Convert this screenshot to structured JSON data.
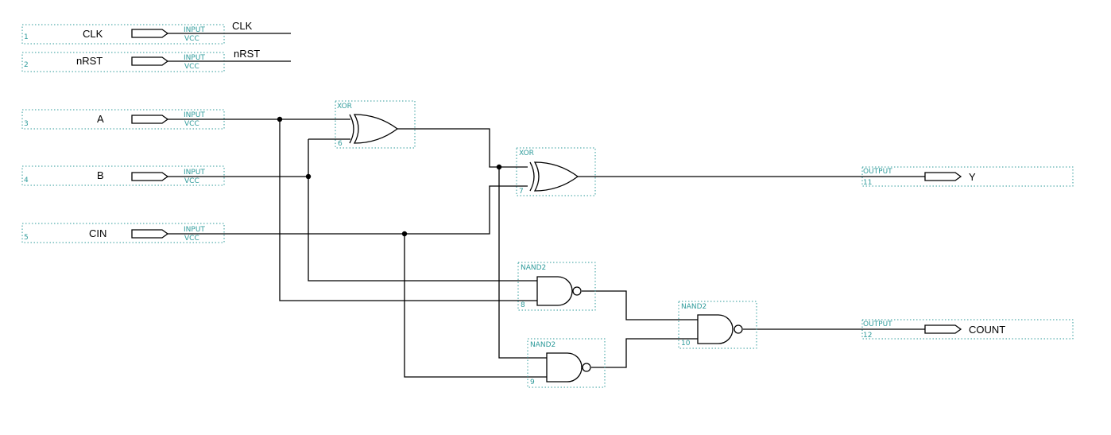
{
  "inputs": [
    {
      "num": "1",
      "name": "CLK",
      "type": "INPUT",
      "sub": "VCC",
      "net": "CLK"
    },
    {
      "num": "2",
      "name": "nRST",
      "type": "INPUT",
      "sub": "VCC",
      "net": "nRST"
    },
    {
      "num": "3",
      "name": "A",
      "type": "INPUT",
      "sub": "VCC"
    },
    {
      "num": "4",
      "name": "B",
      "type": "INPUT",
      "sub": "VCC"
    },
    {
      "num": "5",
      "name": "CIN",
      "type": "INPUT",
      "sub": "VCC"
    }
  ],
  "gates": [
    {
      "num": "6",
      "type": "XOR"
    },
    {
      "num": "7",
      "type": "XOR"
    },
    {
      "num": "8",
      "type": "NAND2"
    },
    {
      "num": "9",
      "type": "NAND2"
    },
    {
      "num": "10",
      "type": "NAND2"
    }
  ],
  "outputs": [
    {
      "num": "11",
      "name": "Y",
      "type": "OUTPUT"
    },
    {
      "num": "12",
      "name": "COUNT",
      "type": "OUTPUT"
    }
  ],
  "colors": {
    "symbol_text": "#2f9b9b",
    "wire": "#000000"
  }
}
